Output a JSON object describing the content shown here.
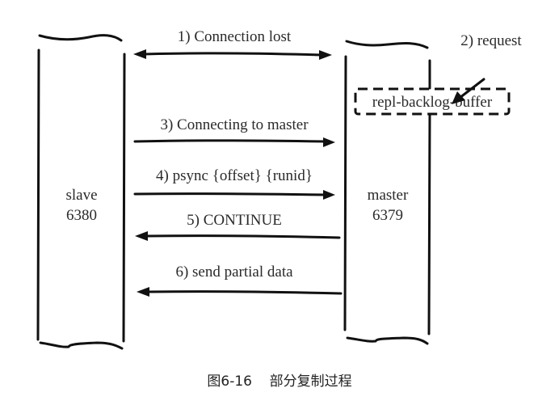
{
  "figure": {
    "caption": "图6-16    部分复制过程",
    "nodes": {
      "slave": {
        "name": "slave",
        "port": "6380"
      },
      "master": {
        "name": "master",
        "port": "6379"
      }
    },
    "buffer_label": "repl-backlog-buffer",
    "steps": [
      {
        "id": 1,
        "label": "1) Connection lost",
        "direction": "both"
      },
      {
        "id": 2,
        "label": "2) request",
        "direction": "to-buffer"
      },
      {
        "id": 3,
        "label": "3) Connecting to master",
        "direction": "slave-to-master"
      },
      {
        "id": 4,
        "label": "4) psync {offset} {runid}",
        "direction": "slave-to-master"
      },
      {
        "id": 5,
        "label": "5) CONTINUE",
        "direction": "master-to-slave"
      },
      {
        "id": 6,
        "label": "6) send partial data",
        "direction": "master-to-slave"
      }
    ],
    "colors": {
      "line": "#111111",
      "text": "#2a2a2a",
      "background": "#ffffff"
    }
  }
}
